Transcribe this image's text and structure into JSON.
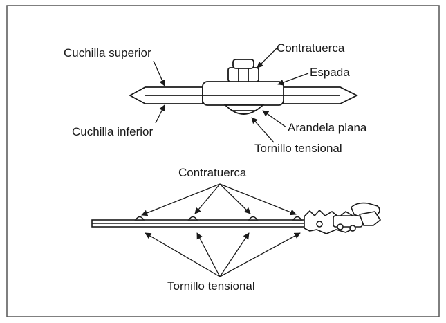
{
  "labels": {
    "top_blade": "Cuchilla superior",
    "bottom_blade": "Cuchilla inferior",
    "lock_nut_top": "Contratuerca",
    "sword": "Espada",
    "flat_washer": "Arandela plana",
    "tension_bolt_top": "Tornillo tensional",
    "lock_nut_bottom": "Contratuerca",
    "tension_bolt_bottom": "Tornillo tensional"
  },
  "colors": {
    "line": "#1a1a1a",
    "frame": "#555555",
    "background": "#ffffff"
  }
}
